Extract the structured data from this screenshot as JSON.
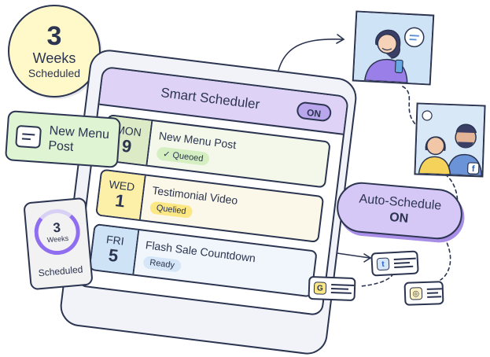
{
  "badge": {
    "number": "3",
    "line1": "Weeks",
    "line2": "Scheduled"
  },
  "scheduler": {
    "title": "Smart Scheduler",
    "toggle": "ON",
    "posts": [
      {
        "day": "MON",
        "date": "9",
        "title": "New Menu Post",
        "status": "Queoed"
      },
      {
        "day": "WED",
        "date": "1",
        "title": "Testimonial Video",
        "status": "Quelied"
      },
      {
        "day": "FRI",
        "date": "5",
        "title": "Flash Sale Countdown",
        "status": "Ready"
      }
    ]
  },
  "menu_note": {
    "line1": "New Menu",
    "line2": "Post"
  },
  "progress_card": {
    "number": "3",
    "unit": "Weeks",
    "label": "Scheduled",
    "ring_fraction": 0.8
  },
  "auto_schedule": {
    "line1": "Auto-Schedule",
    "line2": "ON"
  },
  "social_icons": {
    "twitter": "t",
    "google": "G",
    "instagram": "◎",
    "facebook": "f"
  },
  "colors": {
    "accent_purple": "#b9a6ec",
    "monday_green": "#dcebc6",
    "wednesday_yellow": "#fcefa7",
    "friday_blue": "#cfe3f7"
  }
}
